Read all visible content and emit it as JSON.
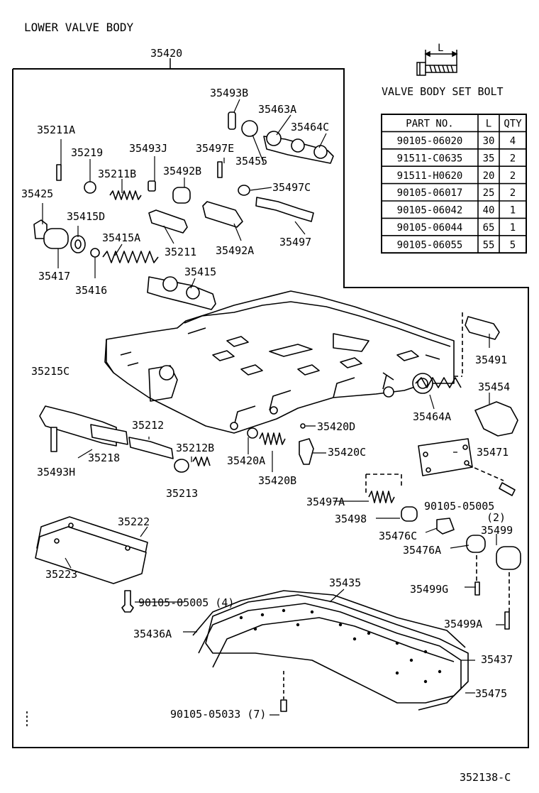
{
  "title": "LOWER VALVE BODY",
  "assembly_number": "35420",
  "bolt_section": {
    "title": "VALVE BODY SET BOLT",
    "dimension_label": "L",
    "columns": [
      "PART NO.",
      "L",
      "QTY"
    ],
    "rows": [
      [
        "90105-06020",
        "30",
        "4"
      ],
      [
        "91511-C0635",
        "35",
        "2"
      ],
      [
        "91511-H0620",
        "20",
        "2"
      ],
      [
        "90105-06017",
        "25",
        "2"
      ],
      [
        "90105-06042",
        "40",
        "1"
      ],
      [
        "90105-06044",
        "65",
        "1"
      ],
      [
        "90105-06055",
        "55",
        "5"
      ]
    ]
  },
  "callouts": [
    "35493B",
    "35463A",
    "35464C",
    "35211A",
    "35219",
    "35493J",
    "35497E",
    "35455",
    "35211B",
    "35492B",
    "35497C",
    "35425",
    "35415D",
    "35415A",
    "35211",
    "35492A",
    "35497",
    "35417",
    "35416",
    "35415",
    "35491",
    "35215C",
    "35454",
    "35464A",
    "35420D",
    "35212",
    "35420C",
    "35212B",
    "35218",
    "35420A",
    "35471",
    "35493H",
    "35213",
    "35420B",
    "90105-05005",
    "(2)",
    "35497A",
    "35498",
    "35476C",
    "35499",
    "35476A",
    "35222",
    "35223",
    "35499G",
    "35435",
    "90105-05005 (4)",
    "35499A",
    "35436A",
    "35437",
    "35475",
    "90105-05033 (7)"
  ],
  "footer_code": "352138-C"
}
